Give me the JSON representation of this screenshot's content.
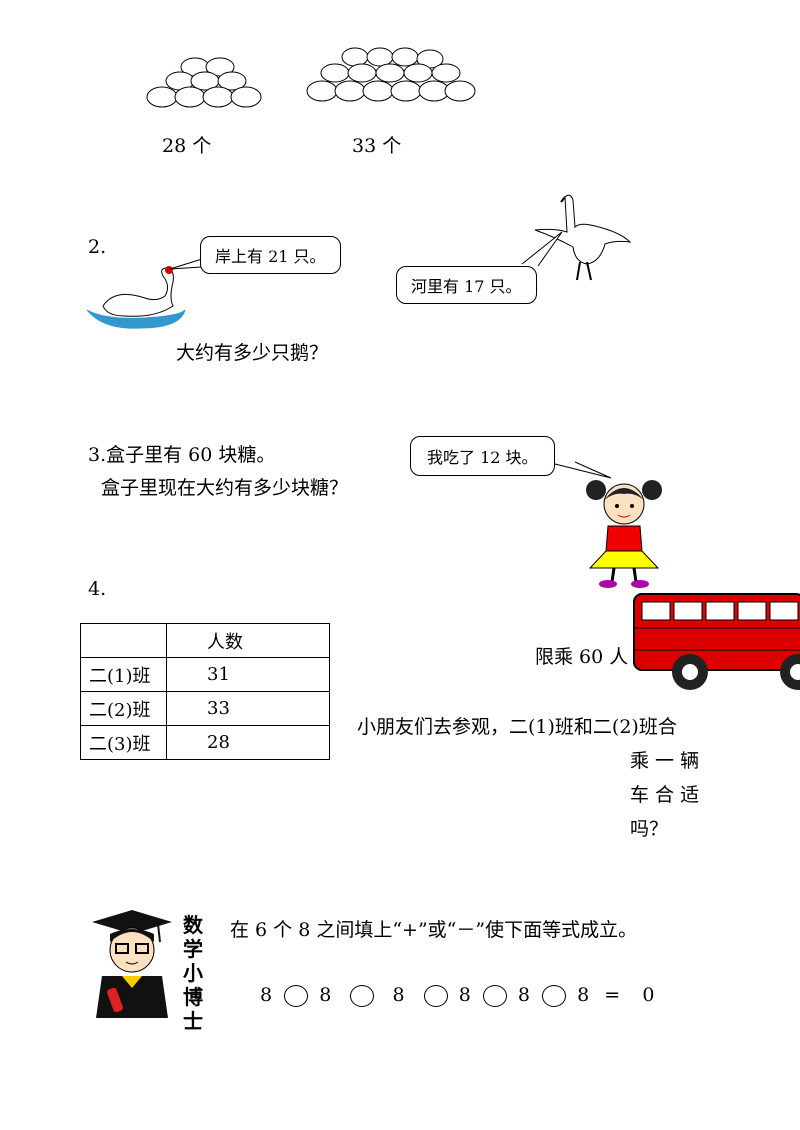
{
  "q1": {
    "left_count": "28 个",
    "right_count": "33 个"
  },
  "q2": {
    "number": "2.",
    "bubble_shore": "岸上有 21 只。",
    "bubble_river": "河里有 17 只。",
    "question": "大约有多少只鹅？"
  },
  "q3": {
    "line1": "3.盒子里有 60 块糖。",
    "line2": "盒子里现在大约有多少块糖？",
    "bubble_girl": "我吃了 12 块。"
  },
  "q4": {
    "number": "4.",
    "table": {
      "header": [
        "",
        "人数"
      ],
      "rows": [
        [
          "二(1)班",
          "31"
        ],
        [
          "二(2)班",
          "33"
        ],
        [
          "二(3)班",
          "28"
        ]
      ]
    },
    "bus_limit": "限乘 60 人",
    "question_line1": "小朋友们去参观，二(1)班和二(2)班合",
    "question_line2": "乘 一 辆",
    "question_line3": "车 合 适",
    "question_line4": "吗？"
  },
  "bonus": {
    "badge": "数学小博士",
    "instruction": "在 6 个 8 之间填上“+”或“－”使下面等式成立。",
    "digits": [
      "8",
      "8",
      "8",
      "8",
      "8",
      "8"
    ],
    "equals": "=",
    "result": "0"
  }
}
